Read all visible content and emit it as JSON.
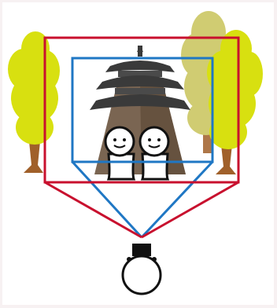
{
  "diagram": {
    "subjects": [
      "tree",
      "tree",
      "pagoda",
      "person",
      "person",
      "camera"
    ],
    "frames": [
      {
        "name": "wide-frame",
        "color": "#c8102e"
      },
      {
        "name": "narrow-frame",
        "color": "#1f77c4"
      }
    ],
    "colors": {
      "background": "#f7f1f2",
      "tree_foliage": "#d8e010",
      "tree_foliage_faded": "#c8c45a",
      "tree_trunk": "#a0602a",
      "pagoda_roof": "#3a3a3a",
      "pagoda_body": "#7a6552",
      "face": "#ffffff",
      "outline": "#111111"
    }
  }
}
